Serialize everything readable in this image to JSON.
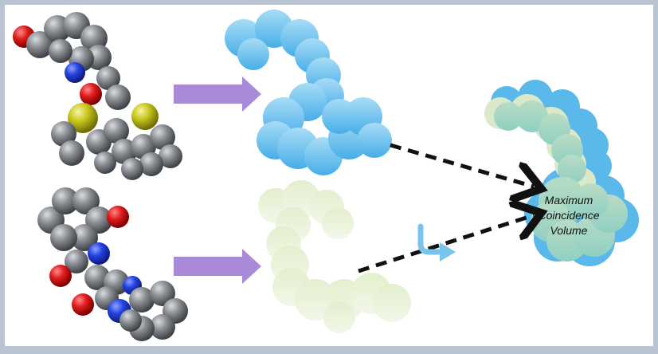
{
  "label": {
    "lines": [
      "Maximum",
      "Coincidence",
      "Volume"
    ]
  },
  "colors": {
    "page_border": "#b9c4d3",
    "oxygen": "#e01c1c",
    "nitrogen": "#2442e0",
    "carbon": "#6f7378",
    "sulfur": "#c8c61c",
    "arrow": "#a98ad9",
    "blue_volume": "#5ab8ea",
    "green_volume": "#e9f2d8",
    "overlap_volume": "#9fd4bf",
    "rotate_icon": "#7ac4ec"
  },
  "icons": [
    "molecule-1",
    "molecule-2",
    "arrow-right",
    "dashed-arrow",
    "rotate-icon"
  ]
}
